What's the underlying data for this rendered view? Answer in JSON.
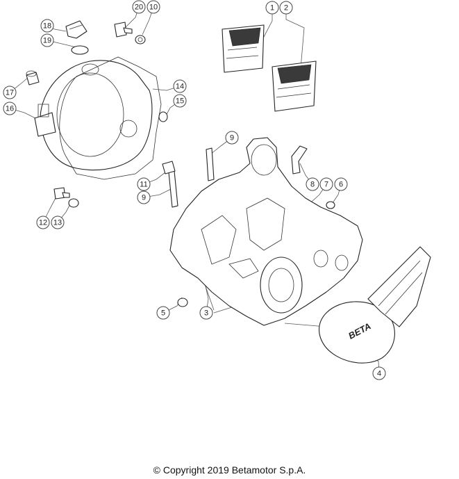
{
  "callouts": [
    {
      "id": "c1",
      "label": "1"
    },
    {
      "id": "c2",
      "label": "2"
    },
    {
      "id": "c3",
      "label": "3"
    },
    {
      "id": "c4",
      "label": "4"
    },
    {
      "id": "c5",
      "label": "5"
    },
    {
      "id": "c6",
      "label": "6"
    },
    {
      "id": "c7",
      "label": "7"
    },
    {
      "id": "c8",
      "label": "8"
    },
    {
      "id": "c9a",
      "label": "9"
    },
    {
      "id": "c9b",
      "label": "9"
    },
    {
      "id": "c10",
      "label": "10"
    },
    {
      "id": "c11",
      "label": "11"
    },
    {
      "id": "c12",
      "label": "12"
    },
    {
      "id": "c13",
      "label": "13"
    },
    {
      "id": "c14",
      "label": "14"
    },
    {
      "id": "c15",
      "label": "15"
    },
    {
      "id": "c16",
      "label": "16"
    },
    {
      "id": "c17",
      "label": "17"
    },
    {
      "id": "c18",
      "label": "18"
    },
    {
      "id": "c19",
      "label": "19"
    },
    {
      "id": "c20",
      "label": "20"
    }
  ],
  "logo_text": "BETA",
  "copyright": "© Copyright 2019 Betamotor S.p.A."
}
